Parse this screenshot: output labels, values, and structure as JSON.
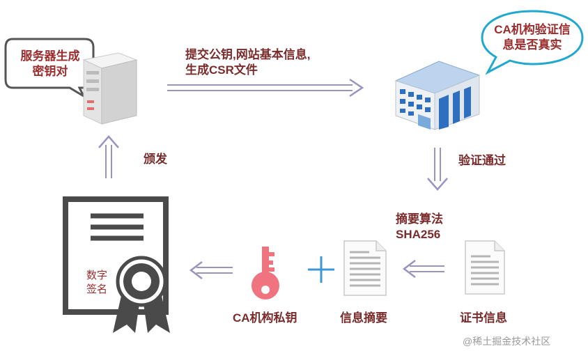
{
  "bubbles": {
    "server": [
      "服务器生成",
      "密钥对"
    ],
    "ca": [
      "CA机构验证信",
      "息是否真实"
    ]
  },
  "labels": {
    "submit": [
      "提交公钥,网站基本信息,",
      "生成CSR文件"
    ],
    "issue": "颁发",
    "verified": "验证通过",
    "hash_algo": [
      "摘要算法",
      "SHA256"
    ],
    "ca_private_key": "CA机构私钥",
    "info_digest": "信息摘要",
    "cert_info": "证书信息",
    "digital_signature": [
      "数字",
      "签名"
    ]
  },
  "watermark": "@稀土掘金技术社区",
  "colors": {
    "label_text": "#7a2b2b",
    "bubble_border": "#1fa9cf",
    "bubble_border_left": "#555555",
    "arrow": "#9a93c0",
    "key": "#f07480",
    "plus": "#3c97d6",
    "cert_dark": "#4a4a4a"
  }
}
